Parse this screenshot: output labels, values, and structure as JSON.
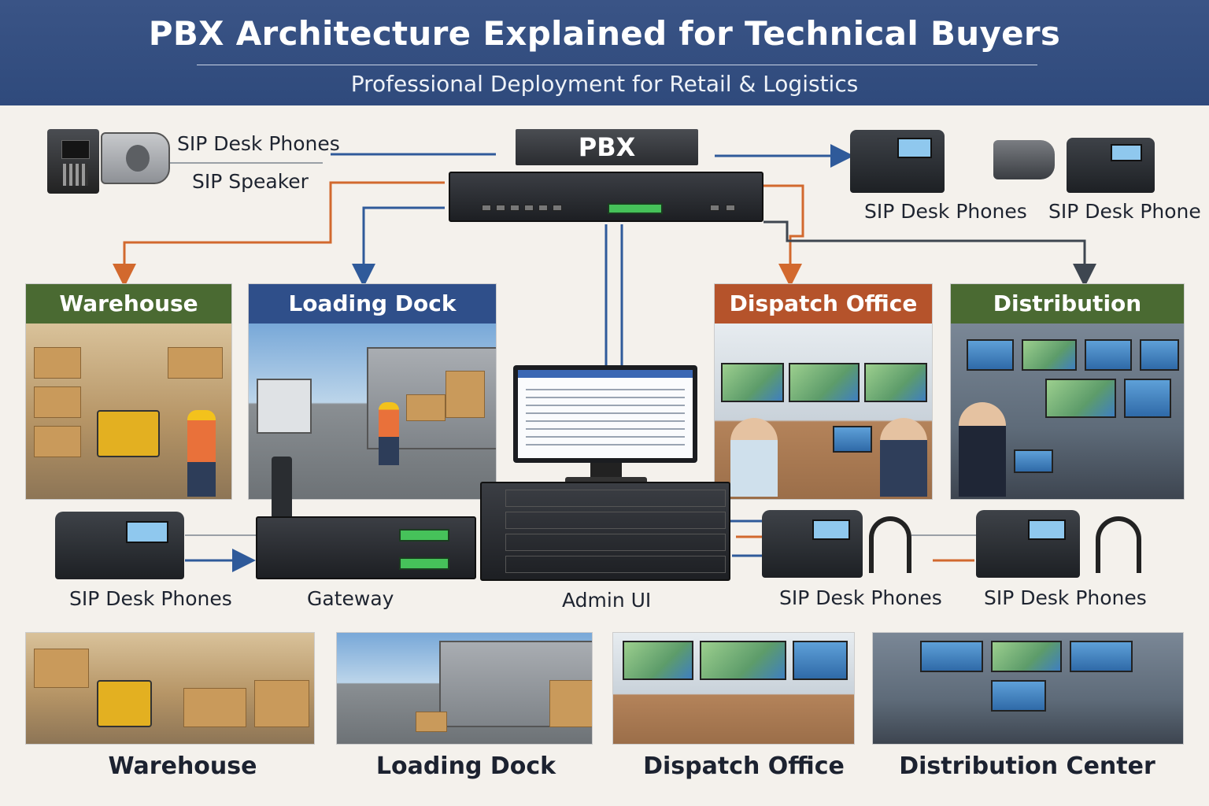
{
  "header": {
    "title": "PBX Architecture Explained for Technical Buyers",
    "subtitle": "Professional Deployment for Retail & Logistics"
  },
  "core": {
    "pbx_label": "PBX",
    "gateway_label": "Gateway",
    "admin_label": "Admin UI"
  },
  "top_left": {
    "label_phones": "SIP Desk Phones",
    "label_speaker": "SIP Speaker"
  },
  "top_right": {
    "label_phones": "SIP Desk Phones",
    "label_phone": "SIP Desk Phone"
  },
  "panels": [
    {
      "label": "Warehouse",
      "color": "#4a6a32"
    },
    {
      "label": "Loading Dock",
      "color": "#2f4f8a"
    },
    {
      "label": "Dispatch Office",
      "color": "#b5532b"
    },
    {
      "label": "Distribution Center",
      "color": "#4a6a32"
    }
  ],
  "mid_labels": {
    "left_phones": "SIP Desk Phones",
    "right_phones_1": "SIP Desk Phones",
    "right_phones_2": "SIP Desk Phones"
  },
  "bottom": [
    {
      "label": "Warehouse"
    },
    {
      "label": "Loading Dock"
    },
    {
      "label": "Dispatch Office"
    },
    {
      "label": "Distribution Center"
    }
  ],
  "colors": {
    "header": "#2f4a7c",
    "wire_orange": "#d2692e",
    "wire_blue": "#2f5a9a",
    "wire_dark": "#3e4650"
  }
}
